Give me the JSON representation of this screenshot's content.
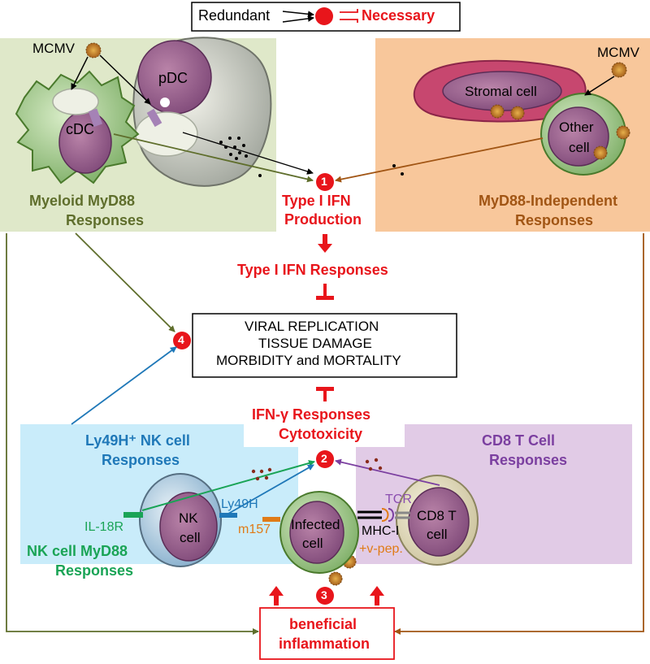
{
  "legend": {
    "redundant": "Redundant",
    "necessary": "Necessary"
  },
  "top_left": {
    "pathogen": "MCMV",
    "cell1": "cDC",
    "cell2": "pDC",
    "title_line1": "Myeloid MyD88",
    "title_line2": "Responses"
  },
  "top_right": {
    "pathogen": "MCMV",
    "cell1": "Stromal cell",
    "cell2_line1": "Other",
    "cell2_line2": "cell",
    "title_line1": "MyD88-Independent",
    "title_line2": "Responses"
  },
  "center": {
    "badge1": "1",
    "ifn_prod_line1": "Type I IFN",
    "ifn_prod_line2": "Production",
    "ifn_responses": "Type I IFN Responses",
    "outcome_line1": "VIRAL REPLICATION",
    "outcome_line2": "TISSUE DAMAGE",
    "outcome_line3": "MORBIDITY and MORTALITY",
    "badge4": "4",
    "ifng_line1": "IFN-γ Responses",
    "ifng_line2": "Cytotoxicity",
    "badge2": "2",
    "badge3": "3",
    "inflammation_line1": "beneficial",
    "inflammation_line2": "inflammation"
  },
  "bottom_left": {
    "title_line1": "Ly49H⁺ NK cell",
    "title_line2": "Responses",
    "nk_line1": "NK",
    "nk_line2": "cell",
    "receptor": "Ly49H",
    "il18r": "IL-18R",
    "myd88_line1": "NK cell MyD88",
    "myd88_line2": "Responses"
  },
  "bottom_mid": {
    "infected_line1": "Infected",
    "infected_line2": "cell",
    "m157": "m157",
    "mhc": "MHC-I",
    "vpep": "+v-pep."
  },
  "bottom_right": {
    "title_line1": "CD8 T Cell",
    "title_line2": "Responses",
    "cd8_line1": "CD8 T",
    "cd8_line2": "cell",
    "tcr": "TCR"
  },
  "colors": {
    "red": "#e8151b",
    "myeloid_bg": "#dfe8c9",
    "myeloid_text": "#5f6e2c",
    "independent_bg": "#f8c79b",
    "independent_text": "#a15514",
    "nk_bg": "#c9ecfa",
    "nk_text": "#1f78b8",
    "nk_myd88_text": "#1aa456",
    "cd8_bg": "#e1cbe6",
    "cd8_text": "#7b3fa0",
    "m157_text": "#e07b17"
  }
}
